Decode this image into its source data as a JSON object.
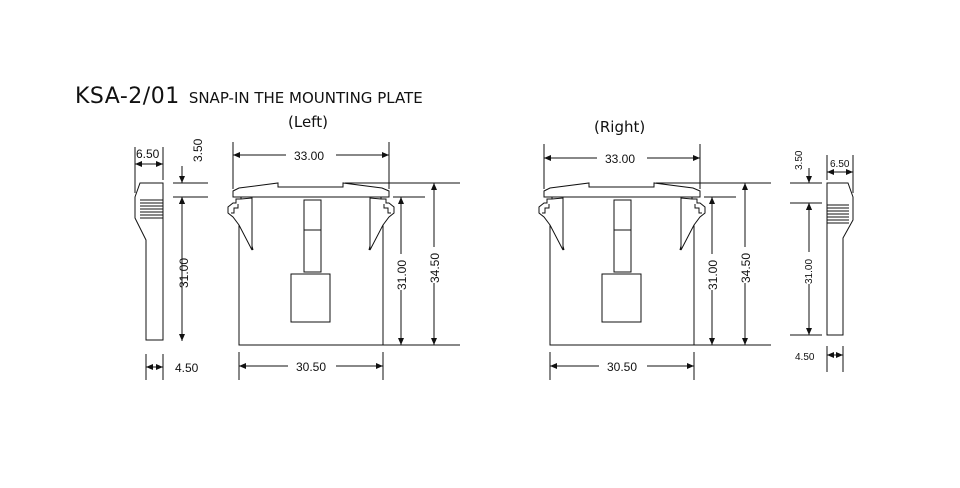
{
  "title": {
    "code": "KSA-2/01",
    "desc": "SNAP-IN THE MOUNTING PLATE"
  },
  "views": {
    "left": "(Left)",
    "right": "(Right)"
  },
  "dims": {
    "left_side_width": "6.50",
    "left_side_top": "3.50",
    "left_side_height": "31.00",
    "left_side_bottom": "4.50",
    "left_front_top_width": "33.00",
    "left_front_height_inner": "31.00",
    "left_front_height_total": "34.50",
    "left_front_bottom_width": "30.50",
    "right_front_top_width": "33.00",
    "right_front_height_inner": "31.00",
    "right_front_height_total": "34.50",
    "right_front_bottom_width": "30.50",
    "right_side_top": "3.50",
    "right_side_width": "6.50",
    "right_side_height": "31.00",
    "right_side_bottom": "4.50"
  }
}
